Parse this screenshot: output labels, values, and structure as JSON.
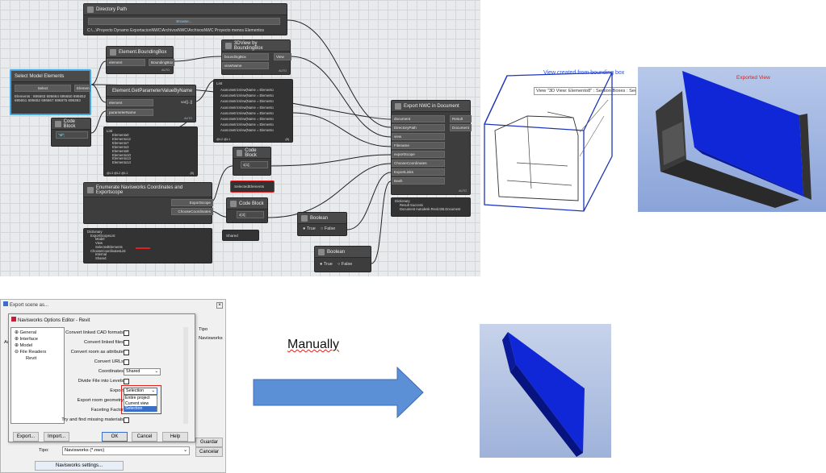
{
  "dynamo": {
    "directory_path": {
      "title": "Directory Path",
      "browse": "Browse...",
      "path": "C:\\...\\Proyecto Dynamo ExportacionNWC\\ArchivosNWC\\ArchivosNWC Proyecto menos Elementos"
    },
    "select_model": {
      "title": "Select Model Elements",
      "select": "Select",
      "out": "Elements",
      "value": "Elements : 695663 695664 695650 695652 695651 695652 696667 696875 698393"
    },
    "bbox": {
      "title": "Element.BoundingBox",
      "in": "element",
      "out": "BoundingBox",
      "auto": "AUTO"
    },
    "view3d": {
      "title": "3DView by BoundingBox",
      "in1": "boundingBox",
      "in2": "viewName",
      "out": "View",
      "auto": "AUTO"
    },
    "getparam": {
      "title": "Element.GetParameterValueByName",
      "in1": "element",
      "in2": "parameterName",
      "out": "var[]..[]",
      "auto": "AUTO"
    },
    "codeblock1": {
      "title": "Code Block",
      "code": "\"Id\";"
    },
    "list_elements": {
      "title": "List",
      "items": [
        "Elemento0",
        "Elemento12",
        "Elemento7",
        "Elemento3",
        "Elemento8",
        "Elemento10",
        "Elemento13",
        "Elemento14"
      ],
      "foot_l": "@L3 @L2 @L1",
      "foot_r": "{8}"
    },
    "list_views": {
      "title": "List",
      "items": [
        "AxonometricView(Name = Elemento",
        "AxonometricView(Name = Elemento",
        "AxonometricView(Name = Elemento",
        "AxonometricView(Name = Elemento",
        "AxonometricView(Name = Elemento",
        "AxonometricView(Name = Elemento",
        "AxonometricView(Name = Elemento",
        "AxonometricView(Name = Elemento"
      ],
      "foot_l": "@L2 @L1",
      "foot_r": "{8}"
    },
    "codeblock2": {
      "title": "Code Block",
      "code": "x[1];",
      "preview": "SelectedElements"
    },
    "codeblock3": {
      "title": "Code Block",
      "code": "x[2];",
      "preview": "Shared"
    },
    "enumerate": {
      "title": "Enumerate Navisworks Coordinates and Exportscope",
      "out1": "ExportScope",
      "out2": "ChooseCoordinates"
    },
    "dictionary": {
      "lines": [
        "Dictionary",
        "ExportScopeList",
        "Model",
        "View",
        "SelectedElements",
        "ChooseCoordinatesList",
        "Internal",
        "Shared"
      ]
    },
    "boolean1": {
      "title": "Boolean",
      "true": "True",
      "false": "False"
    },
    "boolean2": {
      "title": "Boolean",
      "true": "True",
      "false": "False"
    },
    "export": {
      "title": "Export NWC in Document",
      "inputs": [
        "document",
        "DirectoryPath",
        "view",
        "Filename",
        "exportScope",
        "ChooseCoordinates",
        "ExportLinks",
        "Bash"
      ],
      "outputs": [
        "Result",
        "Document"
      ],
      "auto": "AUTO",
      "preview": [
        "Dictionary",
        "Result",
        "Success",
        "Document",
        "Autodesk.Revit.DB.Document"
      ]
    }
  },
  "view_panel": {
    "caption": "View created from bounding box",
    "tooltip": "View \"3D View: Elemento8\" : Section Boxes : Sect"
  },
  "exported_panel": {
    "caption": "Exported View"
  },
  "manually": {
    "label": "Manually"
  },
  "dialog": {
    "outer_title": "Export scene as...",
    "title": "Navisworks Options Editor - Revit",
    "tree": [
      "General",
      "Interface",
      "Model",
      "File Readers",
      "Revit"
    ],
    "options": [
      {
        "label": "Convert linked CAD formats",
        "type": "cb"
      },
      {
        "label": "Convert linked files",
        "type": "cb"
      },
      {
        "label": "Convert room as attribute",
        "type": "cb"
      },
      {
        "label": "Convert URLs",
        "type": "cb"
      },
      {
        "label": "Coordinates",
        "type": "sel",
        "value": "Shared"
      },
      {
        "label": "Divide File into Levels",
        "type": "cb"
      },
      {
        "label": "Export",
        "type": "sel",
        "value": "Selection"
      },
      {
        "label": "Export room geometry",
        "type": "cb"
      },
      {
        "label": "Faceting Factor",
        "type": "txt"
      },
      {
        "label": "Try and find missing materials",
        "type": "cb"
      }
    ],
    "dropdown": [
      "Entire project",
      "Current view",
      "Selection"
    ],
    "buttons": {
      "export": "Export...",
      "import": "Import...",
      "ok": "OK",
      "cancel": "Cancel",
      "help": "Help"
    },
    "outer": {
      "tipo_col": "Tipo",
      "navisworks": "Navisworks",
      "tipo_label": "Tipo:",
      "tipo_value": "Navisworks (*.nwc)",
      "guardar": "Guardar",
      "cancelar": "Cancelar",
      "settings": "Navisworks settings...",
      "ac": "Ac"
    }
  },
  "colors": {
    "accent": "#3fa6e8",
    "arrow": "#5b8fd6",
    "blue3d": "#1027d8",
    "red": "#e0201c"
  }
}
